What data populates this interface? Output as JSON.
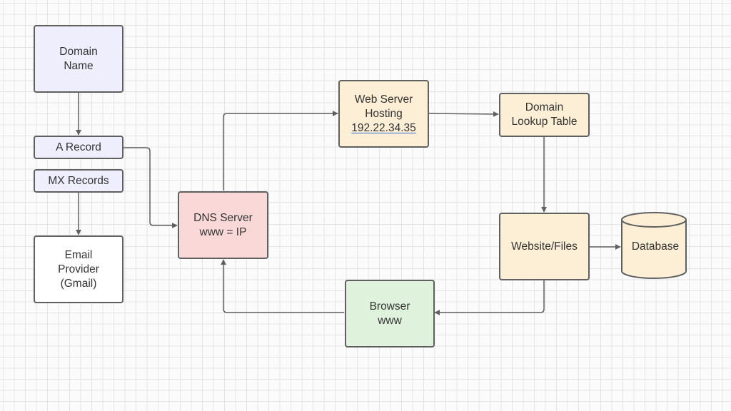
{
  "nodes": {
    "domain_name": {
      "line1": "Domain",
      "line2": "Name",
      "color": "#eeeefc"
    },
    "a_record": {
      "label": "A Record",
      "color": "#eeeefc"
    },
    "mx_records": {
      "label": "MX Records",
      "color": "#eeeefc"
    },
    "email_provider": {
      "line1": "Email",
      "line2": "Provider",
      "line3": "(Gmail)",
      "color": "#ffffff"
    },
    "dns_server": {
      "line1": "DNS Server",
      "line2": "www = IP",
      "color": "#fad8d8"
    },
    "web_server": {
      "line1": "Web Server",
      "line2": "Hosting",
      "line3": "192.22.34.35",
      "color": "#fdefd5"
    },
    "domain_lookup": {
      "line1": "Domain",
      "line2": "Lookup Table",
      "color": "#fdefd5"
    },
    "website_files": {
      "label": "Website/Files",
      "color": "#fdefd5"
    },
    "database": {
      "label": "Database",
      "color": "#fdefd5"
    },
    "browser": {
      "line1": "Browser",
      "line2": "www",
      "color": "#dff2dc"
    }
  },
  "connectors": [
    "domain_name -> a_record",
    "a_record -> dns_server",
    "mx_records -> email_provider",
    "dns_server -> web_server",
    "web_server -> domain_lookup",
    "domain_lookup -> website_files",
    "website_files -> database",
    "website_files -> browser",
    "browser -> dns_server"
  ],
  "style": {
    "border_color": "#606060",
    "line_color": "#606060",
    "grid_color": "#e4e4e4"
  }
}
